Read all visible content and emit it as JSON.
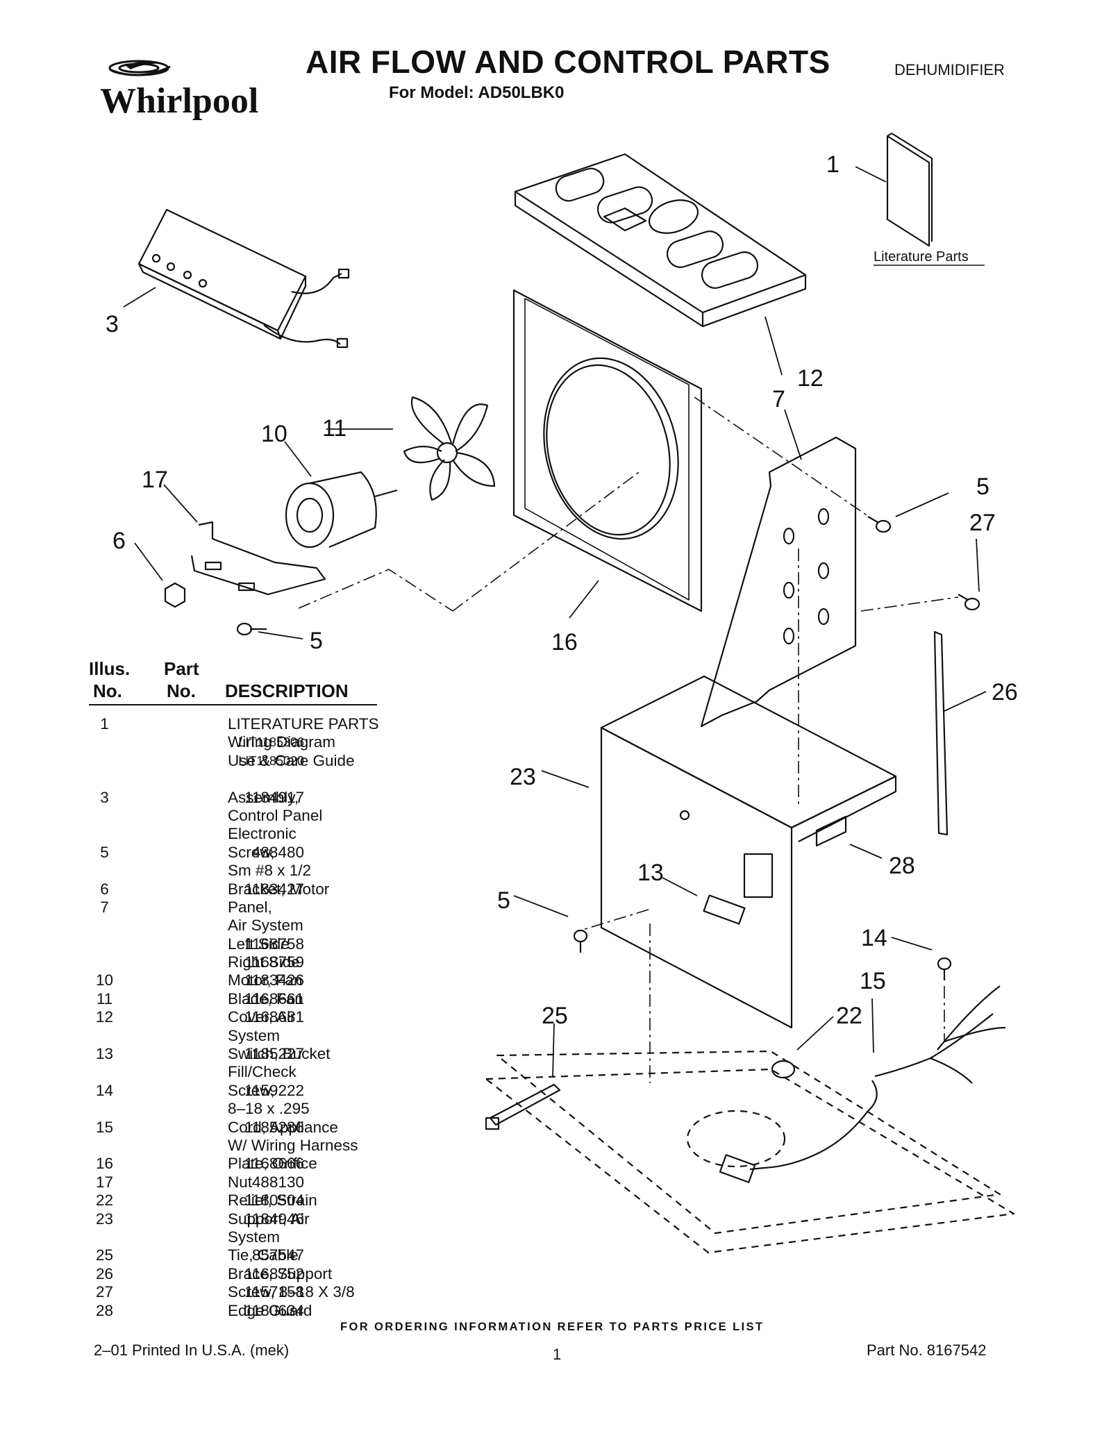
{
  "header": {
    "brand": "Whirlpool",
    "title": "AIR FLOW AND CONTROL PARTS",
    "model_line": "For Model: AD50LBK0",
    "doc_type": "DEHUMIDIFIER"
  },
  "diagram": {
    "callouts": [
      "1",
      "3",
      "5",
      "5",
      "5",
      "6",
      "7",
      "10",
      "11",
      "12",
      "13",
      "14",
      "15",
      "16",
      "17",
      "22",
      "23",
      "25",
      "26",
      "27",
      "28"
    ],
    "literature_label": "Literature Parts"
  },
  "table": {
    "headers": {
      "illus_1": "Illus.",
      "illus_2": "No.",
      "part_1": "Part",
      "part_2": "No.",
      "description": "DESCRIPTION"
    },
    "rows": [
      {
        "illus": "1",
        "part": "",
        "desc": "LITERATURE PARTS"
      },
      {
        "illus": "",
        "part": "LIT1185306",
        "desc": "Wiring Diagram"
      },
      {
        "illus": "",
        "part": "LIT1185020",
        "desc": "Use & Care Guide"
      },
      {
        "illus": "",
        "part": "",
        "desc": ""
      },
      {
        "illus": "3",
        "part": "1184917",
        "desc": "Assembly,"
      },
      {
        "illus": "",
        "part": "",
        "desc": "Control Panel"
      },
      {
        "illus": "",
        "part": "",
        "desc": "Electronic"
      },
      {
        "illus": "5",
        "part": "488480",
        "desc": "Screw,"
      },
      {
        "illus": "",
        "part": "",
        "desc": "Sm #8 x 1/2"
      },
      {
        "illus": "6",
        "part": "1183427",
        "desc": "Bracket, Motor"
      },
      {
        "illus": "7",
        "part": "",
        "desc": "Panel,"
      },
      {
        "illus": "",
        "part": "",
        "desc": "Air System"
      },
      {
        "illus": "",
        "part": "1168758",
        "desc": "Left Side"
      },
      {
        "illus": "",
        "part": "1168759",
        "desc": "Right Side"
      },
      {
        "illus": "10",
        "part": "1183426",
        "desc": "Motor, Fan"
      },
      {
        "illus": "11",
        "part": "1168661",
        "desc": "Blade, Fan"
      },
      {
        "illus": "12",
        "part": "1168681",
        "desc": "Cover, Air"
      },
      {
        "illus": "",
        "part": "",
        "desc": "System"
      },
      {
        "illus": "13",
        "part": "1185227",
        "desc": "Switch, Bucket"
      },
      {
        "illus": "",
        "part": "",
        "desc": "Fill/Check"
      },
      {
        "illus": "14",
        "part": "1159222",
        "desc": "Screw,"
      },
      {
        "illus": "",
        "part": "",
        "desc": "8–18 x .295"
      },
      {
        "illus": "15",
        "part": "1185286",
        "desc": "Cord, Appliance"
      },
      {
        "illus": "",
        "part": "",
        "desc": "W/ Wiring Harness"
      },
      {
        "illus": "16",
        "part": "1168666",
        "desc": "Plate, Orifice"
      },
      {
        "illus": "17",
        "part": "488130",
        "desc": "Nut"
      },
      {
        "illus": "22",
        "part": "1180504",
        "desc": "Relief, Strain"
      },
      {
        "illus": "23",
        "part": "1184946",
        "desc": "Support, Air"
      },
      {
        "illus": "",
        "part": "",
        "desc": "System"
      },
      {
        "illus": "25",
        "part": "857547",
        "desc": "Tie, Cable"
      },
      {
        "illus": "26",
        "part": "1168752",
        "desc": "Brace, Support"
      },
      {
        "illus": "27",
        "part": "1157158",
        "desc": "Screw, 8–18 X 3/8"
      },
      {
        "illus": "28",
        "part": "1180634",
        "desc": "Edge Guard"
      }
    ]
  },
  "footer": {
    "ordering": "FOR ORDERING INFORMATION REFER TO PARTS PRICE LIST",
    "printed": "2–01 Printed In U.S.A. (mek)",
    "page": "1",
    "part_no": "Part No. 8167542"
  }
}
